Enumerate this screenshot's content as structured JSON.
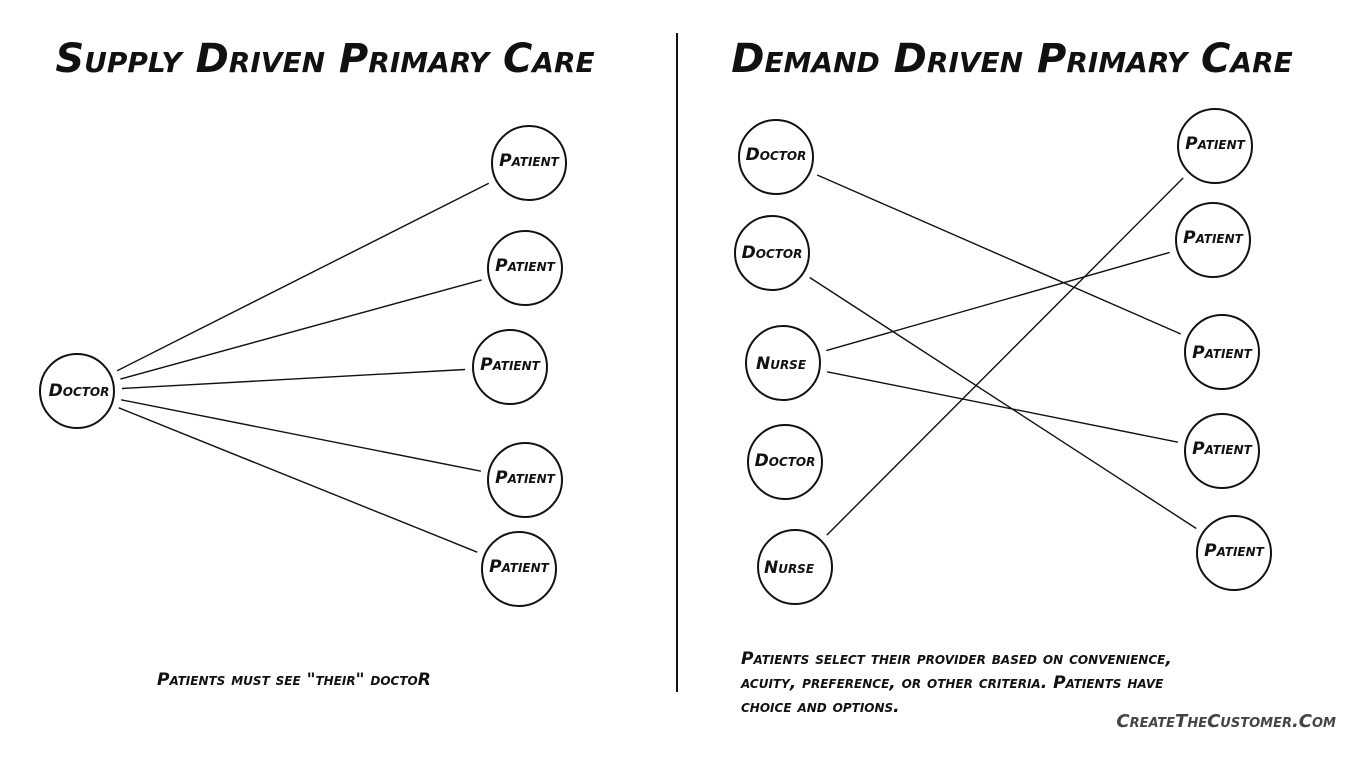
{
  "left_panel": {
    "title": "Supply Driven Primary Care",
    "caption": "Patients must see \"their\" doctoR",
    "nodes": {
      "d1": "Doctor",
      "p1": "Patient",
      "p2": "Patient",
      "p3": "Patient",
      "p4": "Patient",
      "p5": "Patient"
    },
    "links": [
      [
        "d1",
        "p1"
      ],
      [
        "d1",
        "p2"
      ],
      [
        "d1",
        "p3"
      ],
      [
        "d1",
        "p4"
      ],
      [
        "d1",
        "p5"
      ]
    ]
  },
  "right_panel": {
    "title": "Demand Driven Primary Care",
    "caption_lines": [
      "Patients select their provider based on convenience,",
      "acuity, preference, or other criteria. Patients have",
      "choice and options."
    ],
    "nodes": {
      "d1": "Doctor",
      "d2": "Doctor",
      "n1": "Nurse",
      "d3": "Doctor",
      "n2": "Nurse",
      "p1": "Patient",
      "p2": "Patient",
      "p3": "Patient",
      "p4": "Patient",
      "p5": "Patient"
    },
    "links": [
      [
        "d1",
        "p3"
      ],
      [
        "d2",
        "p5"
      ],
      [
        "n1",
        "p2"
      ],
      [
        "n1",
        "p4"
      ],
      [
        "n2",
        "p1"
      ]
    ]
  },
  "watermark": "CreateTheCustomer.Com",
  "colors": {
    "ink": "#111111",
    "background": "#ffffff"
  }
}
